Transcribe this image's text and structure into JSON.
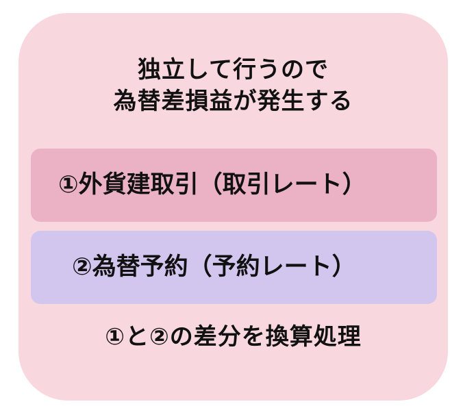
{
  "colors": {
    "card_background": "#f8d7df",
    "box1_background": "#ebb2c5",
    "box2_background": "#d3c6ee",
    "text": "#111111"
  },
  "heading": {
    "line1": "独立して行うので",
    "line2": "為替差損益が発生する"
  },
  "items": [
    {
      "label": "①外貨建取引（取引レート）"
    },
    {
      "label": "②為替予約（予約レート）"
    }
  ],
  "conclusion": "①と②の差分を換算処理"
}
